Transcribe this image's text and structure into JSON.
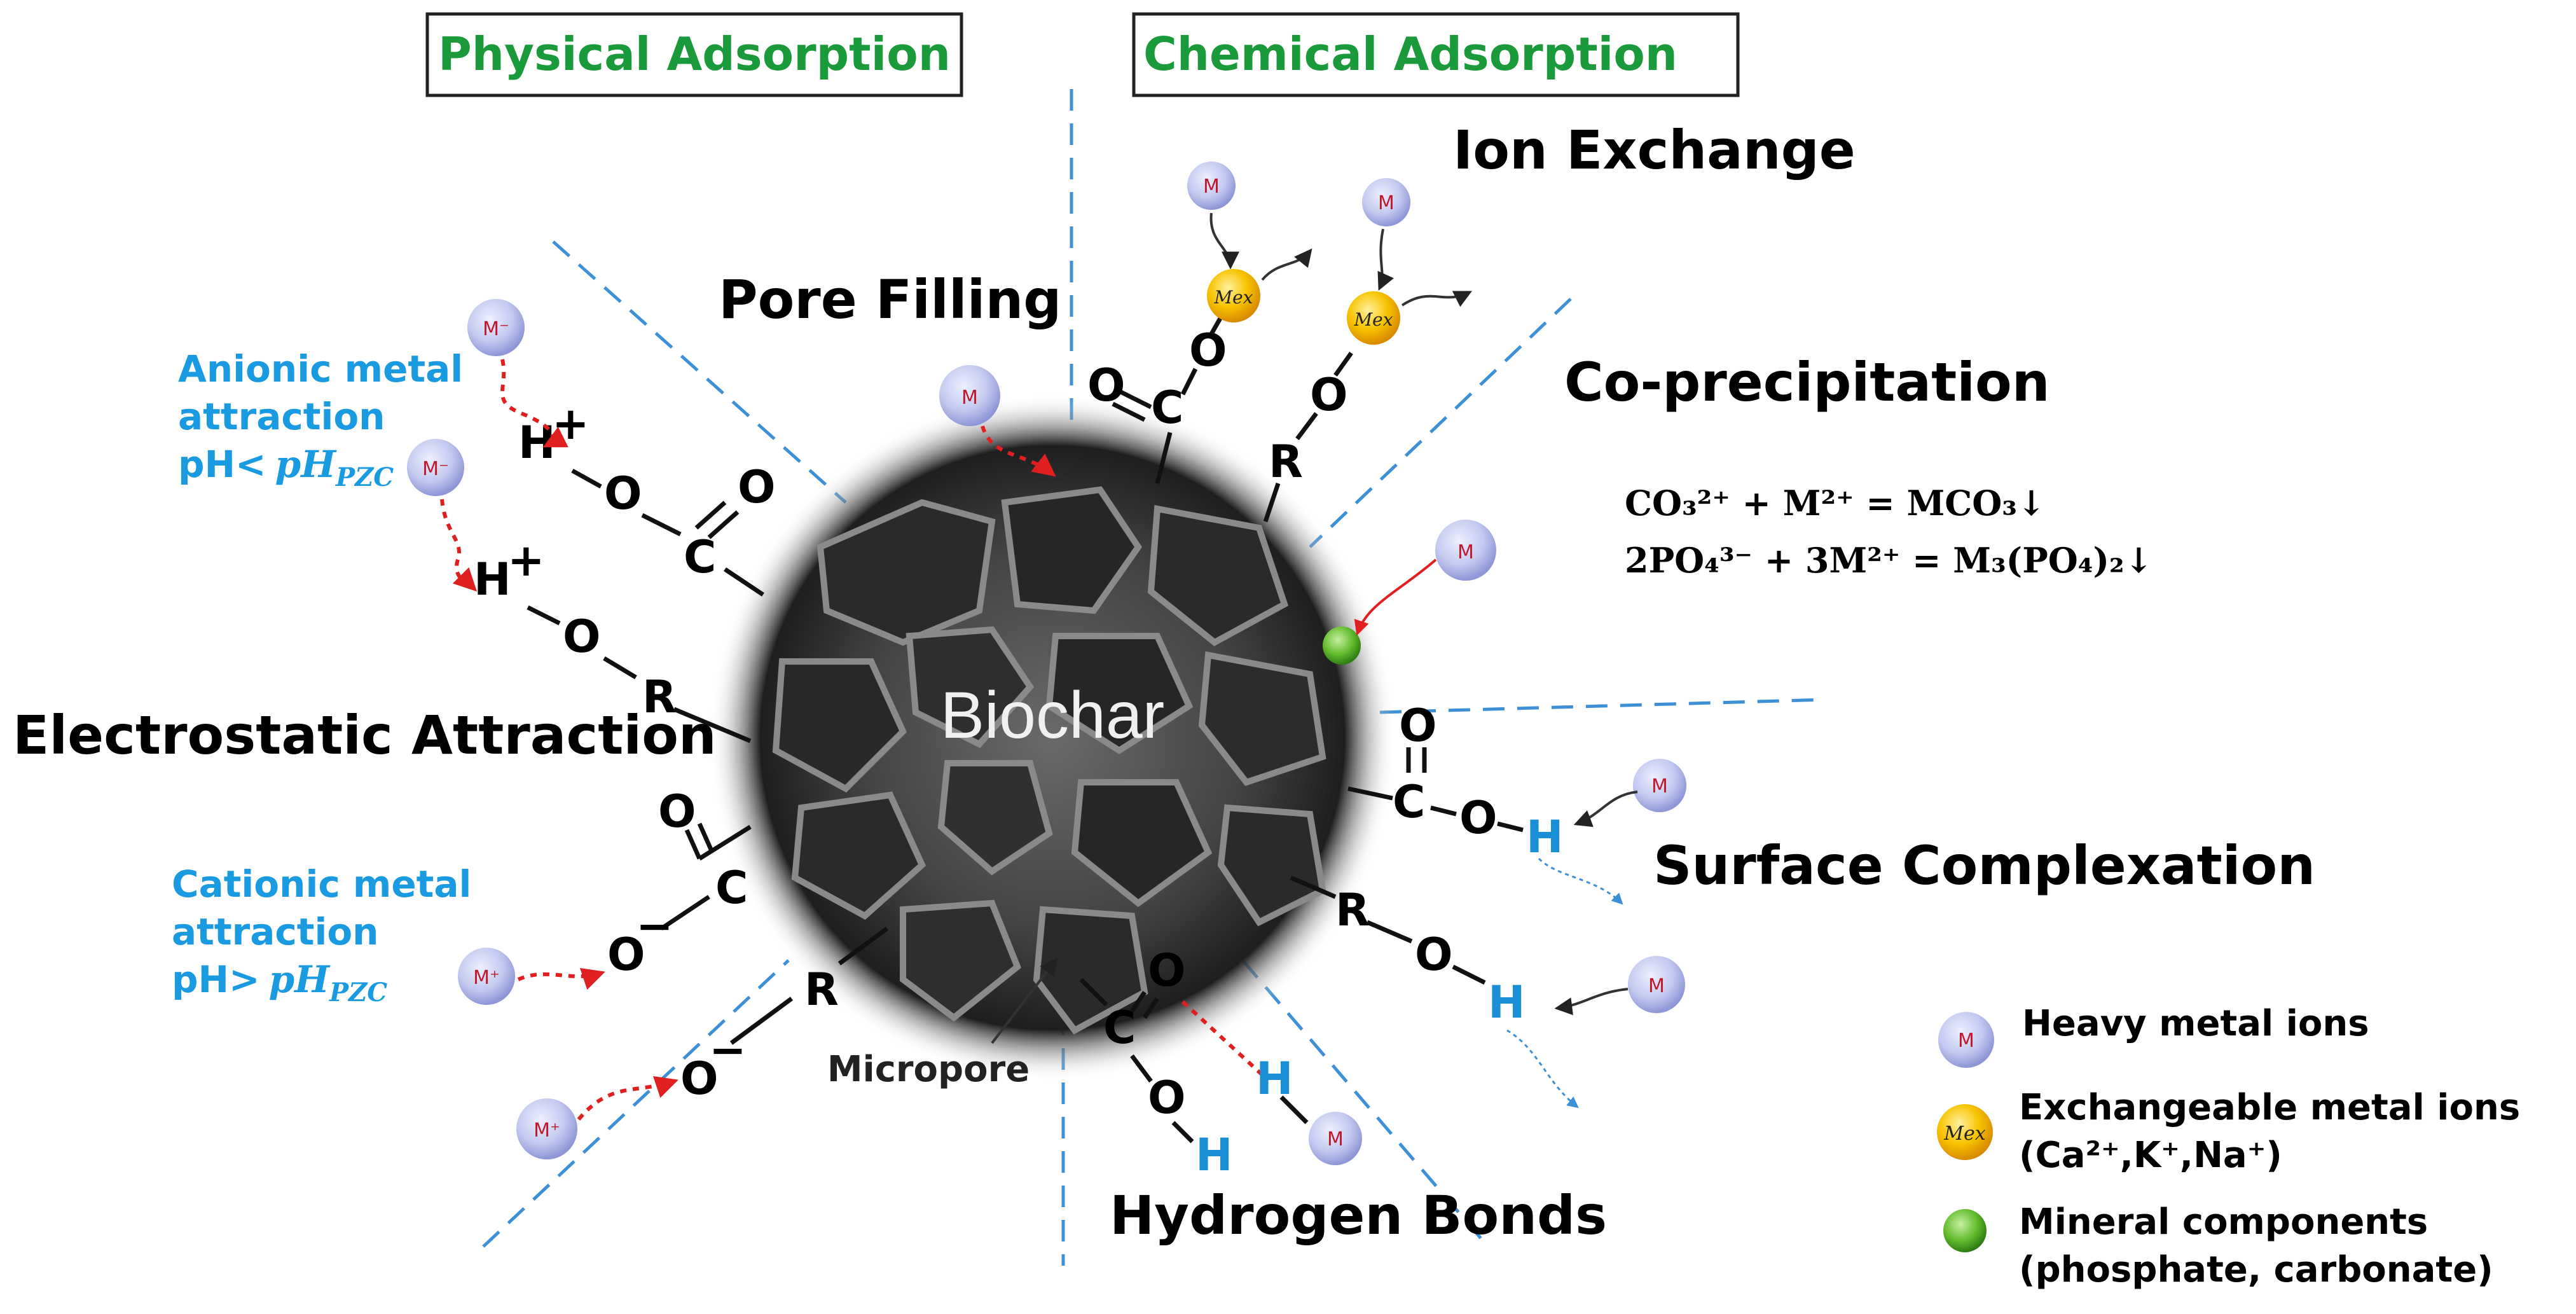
{
  "headers": {
    "physical": "Physical Adsorption",
    "chemical": "Chemical Adsorption"
  },
  "center_label": "Biochar",
  "micropore_label": "Micropore",
  "mechanisms": {
    "ion_exchange": "Ion Exchange",
    "pore_filling": "Pore Filling",
    "co_precipitation": "Co-precipitation",
    "electrostatic": "Electrostatic Attraction",
    "surface_complexation": "Surface Complexation",
    "hydrogen_bonds": "Hydrogen Bonds"
  },
  "anionic": {
    "line1": "Anionic metal",
    "line2": "attraction",
    "line3": "pH<",
    "pzc": "pH",
    "pzc_sub": "PZC"
  },
  "cationic": {
    "line1": "Cationic metal",
    "line2": "attraction",
    "line3": "pH>",
    "pzc": "pH",
    "pzc_sub": "PZC"
  },
  "equations": {
    "eq1": "CO₃²⁺ + M²⁺ = MCO₃↓",
    "eq2": "2PO₄³⁻ + 3M²⁺ = M₃(PO₄)₂↓"
  },
  "legend": {
    "heavy": "Heavy metal ions",
    "exch1": "Exchangeable metal ions",
    "exch2": "(Ca²⁺,K⁺,Na⁺)",
    "mineral1": "Mineral components",
    "mineral2": "(phosphate, carbonate)"
  },
  "ion_labels": {
    "m": "M",
    "m_minus": "M⁻",
    "m_plus": "M⁺",
    "mex": "Mex"
  },
  "colors": {
    "header_green": "#1a9a3a",
    "dash_blue": "#3d8fd6",
    "label_blue": "#1a9ae0",
    "arrow_red": "#e02020",
    "ion_lavender": "#c8cdf0",
    "exch_yellow": "#f5b800",
    "mineral_green": "#5cb82c"
  }
}
